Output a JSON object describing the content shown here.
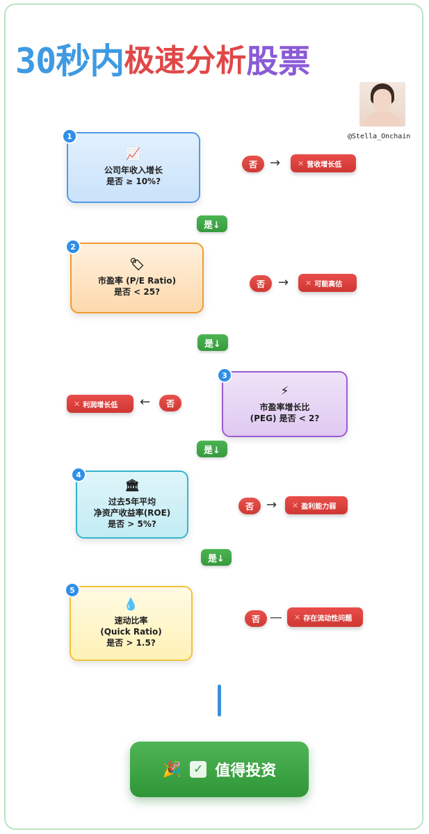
{
  "title": {
    "part1": "30秒内",
    "part2": "极速分析",
    "part3": "股票"
  },
  "author": {
    "handle": "@Stella_Onchain"
  },
  "steps": [
    {
      "num": "1",
      "icon": "📈",
      "line1": "公司年收入增长",
      "line2": "是否 ≥ 10%?",
      "line3": "",
      "yes": "是↓",
      "no": "否",
      "arrow": "→",
      "result": "营收增长低"
    },
    {
      "num": "2",
      "icon": "🏷",
      "line1": "市盈率 (P/E Ratio)",
      "line2": "是否 < 25?",
      "line3": "",
      "yes": "是↓",
      "no": "否",
      "arrow": "→",
      "result": "可能高估"
    },
    {
      "num": "3",
      "icon": "⚡",
      "line1": "市盈率增长比",
      "line2": "(PEG) 是否 < 2?",
      "line3": "",
      "yes": "是↓",
      "no": "否",
      "arrow": "←",
      "result": "利润增长低"
    },
    {
      "num": "4",
      "icon": "🏛",
      "line1": "过去5年平均",
      "line2": "净资产收益率(ROE)",
      "line3": "是否 > 5%?",
      "yes": "是↓",
      "no": "否",
      "arrow": "→",
      "result": "盈利能力弱"
    },
    {
      "num": "5",
      "icon": "💧",
      "line1": "速动比率",
      "line2": "(Quick Ratio)",
      "line3": "是否 > 1.5?",
      "no": "否",
      "arrow": "—",
      "result": "存在流动性问题"
    }
  ],
  "final": {
    "emoji": "🎉",
    "check": "✓",
    "label": "值得投资"
  },
  "result_mark": "✕",
  "colors": {
    "yes": "#3fa846",
    "no": "#d9423e",
    "final": "#3aa243",
    "accent_blue": "#3f9ae2",
    "accent_red": "#e04848",
    "accent_purple": "#8a5ad6"
  }
}
